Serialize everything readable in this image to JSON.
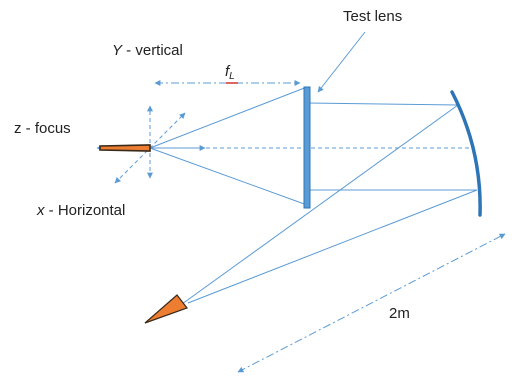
{
  "labels": {
    "test_lens": "Test lens",
    "y_axis_name": "Y",
    "y_axis_suffix": " - vertical",
    "focal_length_symbol": "f",
    "focal_length_subscript": "L",
    "z_axis": "z - focus",
    "x_axis_name": "x",
    "x_axis_suffix": " - Horizontal",
    "distance": "2m"
  },
  "colors": {
    "ray": "#5b9bd5",
    "lens": "#5b9bd5",
    "lens_edge": "#2e75b6",
    "mirror": "#2e75b6",
    "camera_fill": "#ed7d31",
    "camera_edge": "#3a2a1a",
    "focal_underline": "#c00000"
  }
}
